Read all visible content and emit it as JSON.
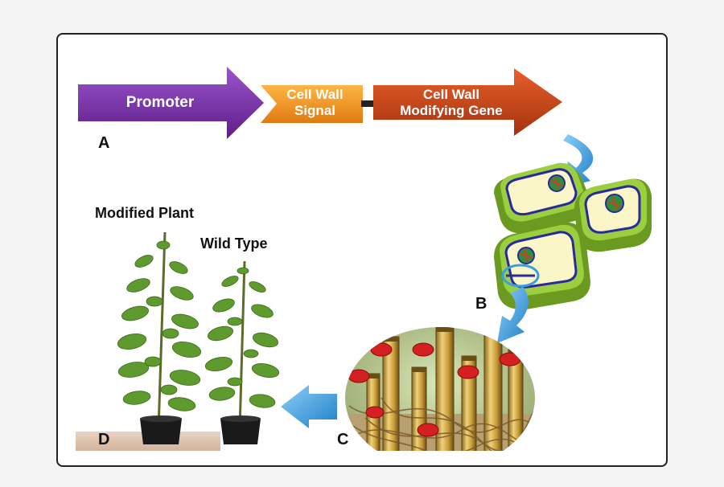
{
  "diagram": {
    "gene_construct": {
      "promoter_label": "Promoter",
      "signal_line1": "Cell Wall",
      "signal_line2": "Signal",
      "gene_line1": "Cell Wall",
      "gene_line2": "Modifying Gene"
    },
    "panels": {
      "a": "A",
      "b": "B",
      "c": "C",
      "d": "D"
    },
    "plants": {
      "modified_label": "Modified Plant",
      "wild_label": "Wild Type"
    },
    "colors": {
      "promoter": "#7a2fae",
      "signal": "#f0961e",
      "gene": "#c8461a",
      "flow_arrow": "#3a9ee0",
      "cell_wall": "#8fc43a",
      "cytoplasm": "#fbf6c8",
      "membrane": "#2a2a9a",
      "fiber": "#d8b04a"
    }
  }
}
